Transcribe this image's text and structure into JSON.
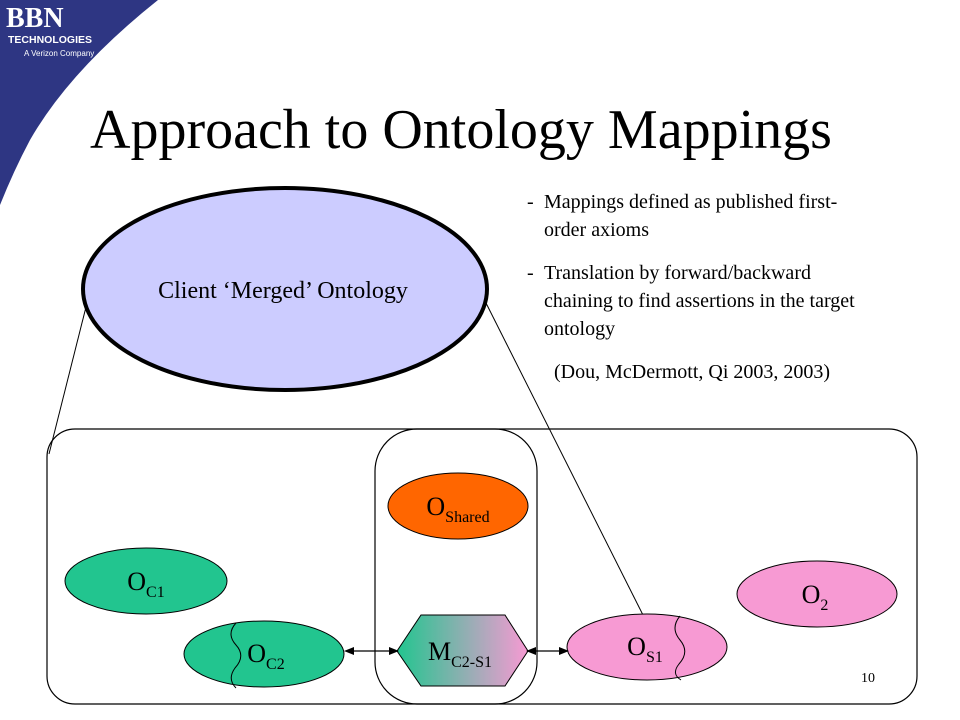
{
  "logo": {
    "brand": "BBN",
    "line1": "TECHNOLOGIES",
    "line2": "A Verizon Company"
  },
  "title": "Approach to Ontology Mappings",
  "merged_ontology": {
    "label": "Client ‘Merged’ Ontology"
  },
  "notes": {
    "item1_dash": "-",
    "item1_line1": "Mappings defined as published first-",
    "item1_line2": "order axioms",
    "item2_dash": "-",
    "item2_line1": "Translation by forward/backward",
    "item2_line2": "chaining to find assertions in the target",
    "item2_line3": "ontology",
    "citation": "(Dou, McDermott, Qi 2003, 2003)"
  },
  "nodes": {
    "o_c1": {
      "base": "O",
      "sub": "C1"
    },
    "o_c2": {
      "base": "O",
      "sub": "C2"
    },
    "o_shared": {
      "base": "O",
      "sub": "Shared"
    },
    "m_c2_s1": {
      "base": "M",
      "sub": "C2-S1"
    },
    "o_s1": {
      "base": "O",
      "sub": "S1"
    },
    "o_2": {
      "base": "O",
      "sub": "2"
    }
  },
  "colors": {
    "navy": "#2e3683",
    "merged_fill": "#ccccff",
    "teal": "#22c58f",
    "orange": "#ff6600",
    "pink": "#f79ad3"
  },
  "page_number": "10"
}
